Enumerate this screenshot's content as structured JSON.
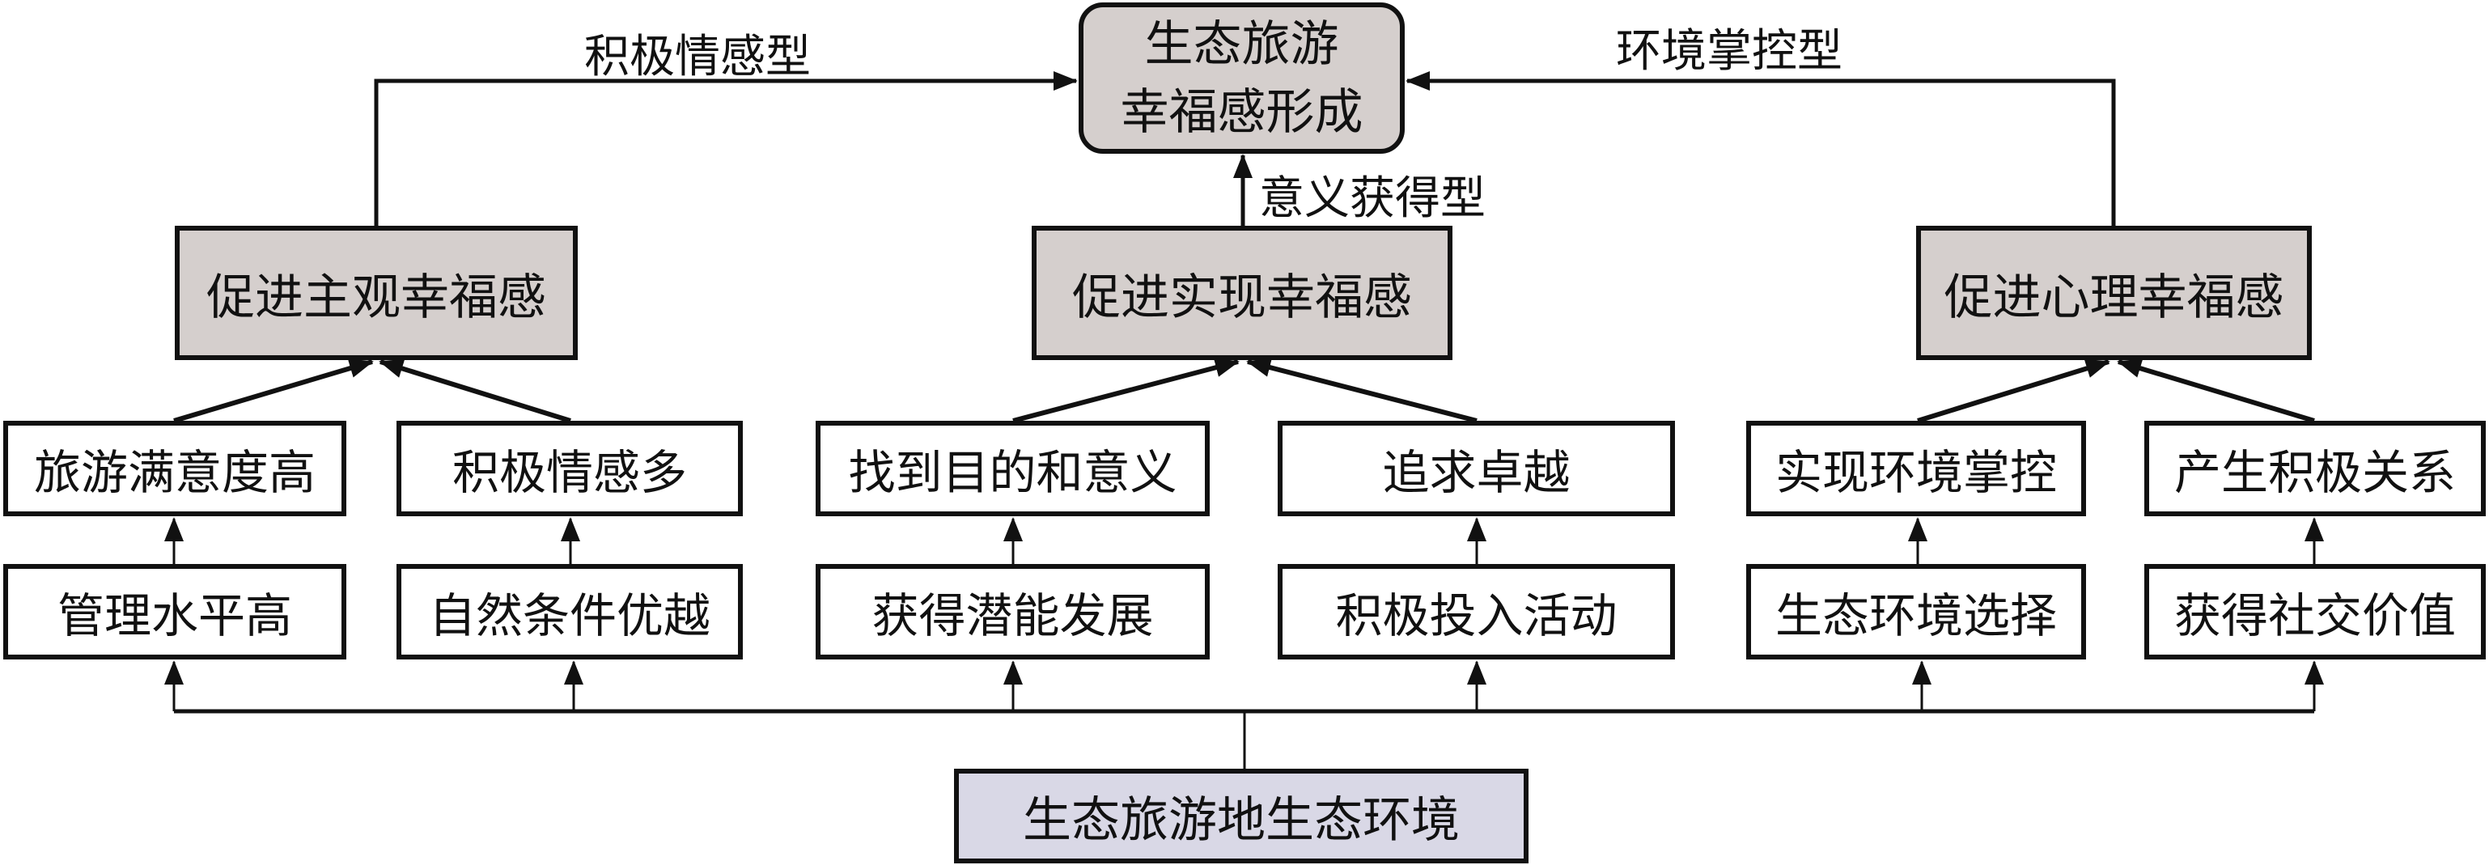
{
  "diagram": {
    "top": {
      "line1": "生态旅游",
      "line2": "幸福感形成"
    },
    "edge_labels": {
      "left": "积极情感型",
      "right": "环境掌控型",
      "center": "意义获得型"
    },
    "mid": [
      {
        "label": "促进主观幸福感"
      },
      {
        "label": "促进实现幸福感"
      },
      {
        "label": "促进心理幸福感"
      }
    ],
    "row2": [
      {
        "label": "旅游满意度高"
      },
      {
        "label": "积极情感多"
      },
      {
        "label": "找到目的和意义"
      },
      {
        "label": "追求卓越"
      },
      {
        "label": "实现环境掌控"
      },
      {
        "label": "产生积极关系"
      }
    ],
    "row3": [
      {
        "label": "管理水平高"
      },
      {
        "label": "自然条件优越"
      },
      {
        "label": "获得潜能发展"
      },
      {
        "label": "积极投入活动"
      },
      {
        "label": "生态环境选择"
      },
      {
        "label": "获得社交价值"
      }
    ],
    "root": {
      "label": "生态旅游地生态环境"
    }
  },
  "colors": {
    "gray_box": "#d5cfcd",
    "root_box": "#d9d8e6",
    "line": "#111111"
  }
}
